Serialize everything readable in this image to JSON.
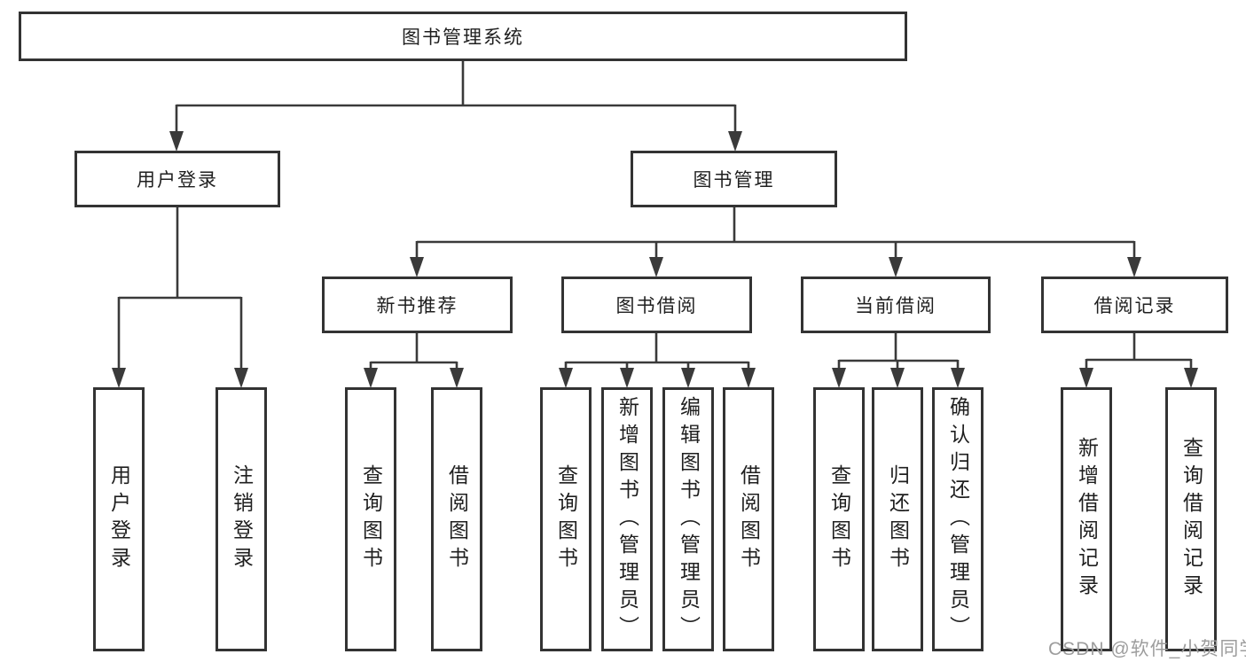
{
  "diagram": {
    "root": {
      "label": "图书管理系统"
    },
    "level2": [
      {
        "label": "用户登录"
      },
      {
        "label": "图书管理"
      }
    ],
    "level3": [
      {
        "label": "新书推荐"
      },
      {
        "label": "图书借阅"
      },
      {
        "label": "当前借阅"
      },
      {
        "label": "借阅记录"
      }
    ],
    "leaves": [
      {
        "label": "用户登录"
      },
      {
        "label": "注销登录"
      },
      {
        "label": "查询图书"
      },
      {
        "label": "借阅图书"
      },
      {
        "label": "查询图书"
      },
      {
        "label": "新增图书（管理员）"
      },
      {
        "label": "编辑图书（管理员）"
      },
      {
        "label": "借阅图书"
      },
      {
        "label": "查询图书"
      },
      {
        "label": "归还图书"
      },
      {
        "label": "确认归还（管理员）"
      },
      {
        "label": "新增借阅记录"
      },
      {
        "label": "查询借阅记录"
      }
    ],
    "watermark": "CSDN @软件_小贺同学",
    "colors": {
      "line": "#3a3a3a",
      "box_border": "#333333",
      "text": "#1f1f1f",
      "background": "#ffffff",
      "watermark": "#9d9d9d"
    }
  }
}
